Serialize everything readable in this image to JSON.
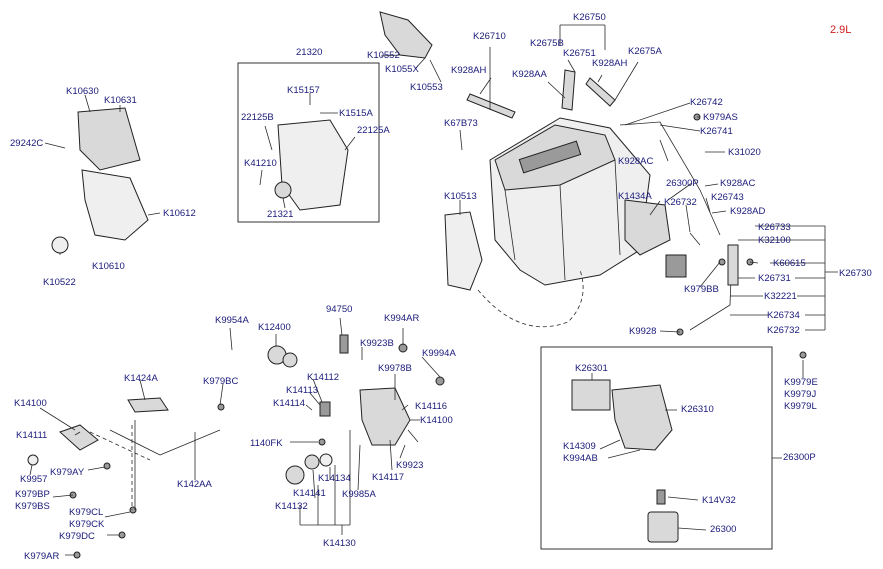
{
  "engine_variant": "2.9L",
  "labels": [
    "K26750",
    "K2675B",
    "K26751",
    "K2675A",
    "K928AH",
    "K26710",
    "K928AH",
    "K928AA",
    "K10552",
    "K1055X",
    "K10553",
    "21320",
    "K15157",
    "K1515A",
    "22125B",
    "22125A",
    "K41210",
    "21321",
    "K10630",
    "K10631",
    "29242C",
    "K10612",
    "K10610",
    "K10522",
    "K67B73",
    "K10513",
    "K26742",
    "K979AS",
    "K26741",
    "K928AC",
    "K31020",
    "26300P",
    "K928AC",
    "K1434A",
    "K26732",
    "K26743",
    "K928AD",
    "K26733",
    "K32100",
    "K60615",
    "K26730",
    "K26731",
    "K979BB",
    "K32221",
    "K26734",
    "K9928",
    "K26732",
    "K9954A",
    "K12400",
    "94750",
    "K994AR",
    "K9923B",
    "K9994A",
    "K979BC",
    "K14112",
    "K14113",
    "K9978B",
    "K14114",
    "K14116",
    "K14100",
    "1140FK",
    "K1424A",
    "K14100",
    "K14111",
    "K9957",
    "K979AY",
    "K142AA",
    "K979BP",
    "K979BS",
    "K979CL",
    "K979CK",
    "K979DC",
    "K979AR",
    "K14141",
    "K14134",
    "K14117",
    "K9923",
    "K14132",
    "K9985A",
    "K14130",
    "K26301",
    "K26310",
    "K14309",
    "K994AB",
    "26300P",
    "K14V32",
    "26300",
    "K9979E",
    "K9979J",
    "K9979L"
  ]
}
